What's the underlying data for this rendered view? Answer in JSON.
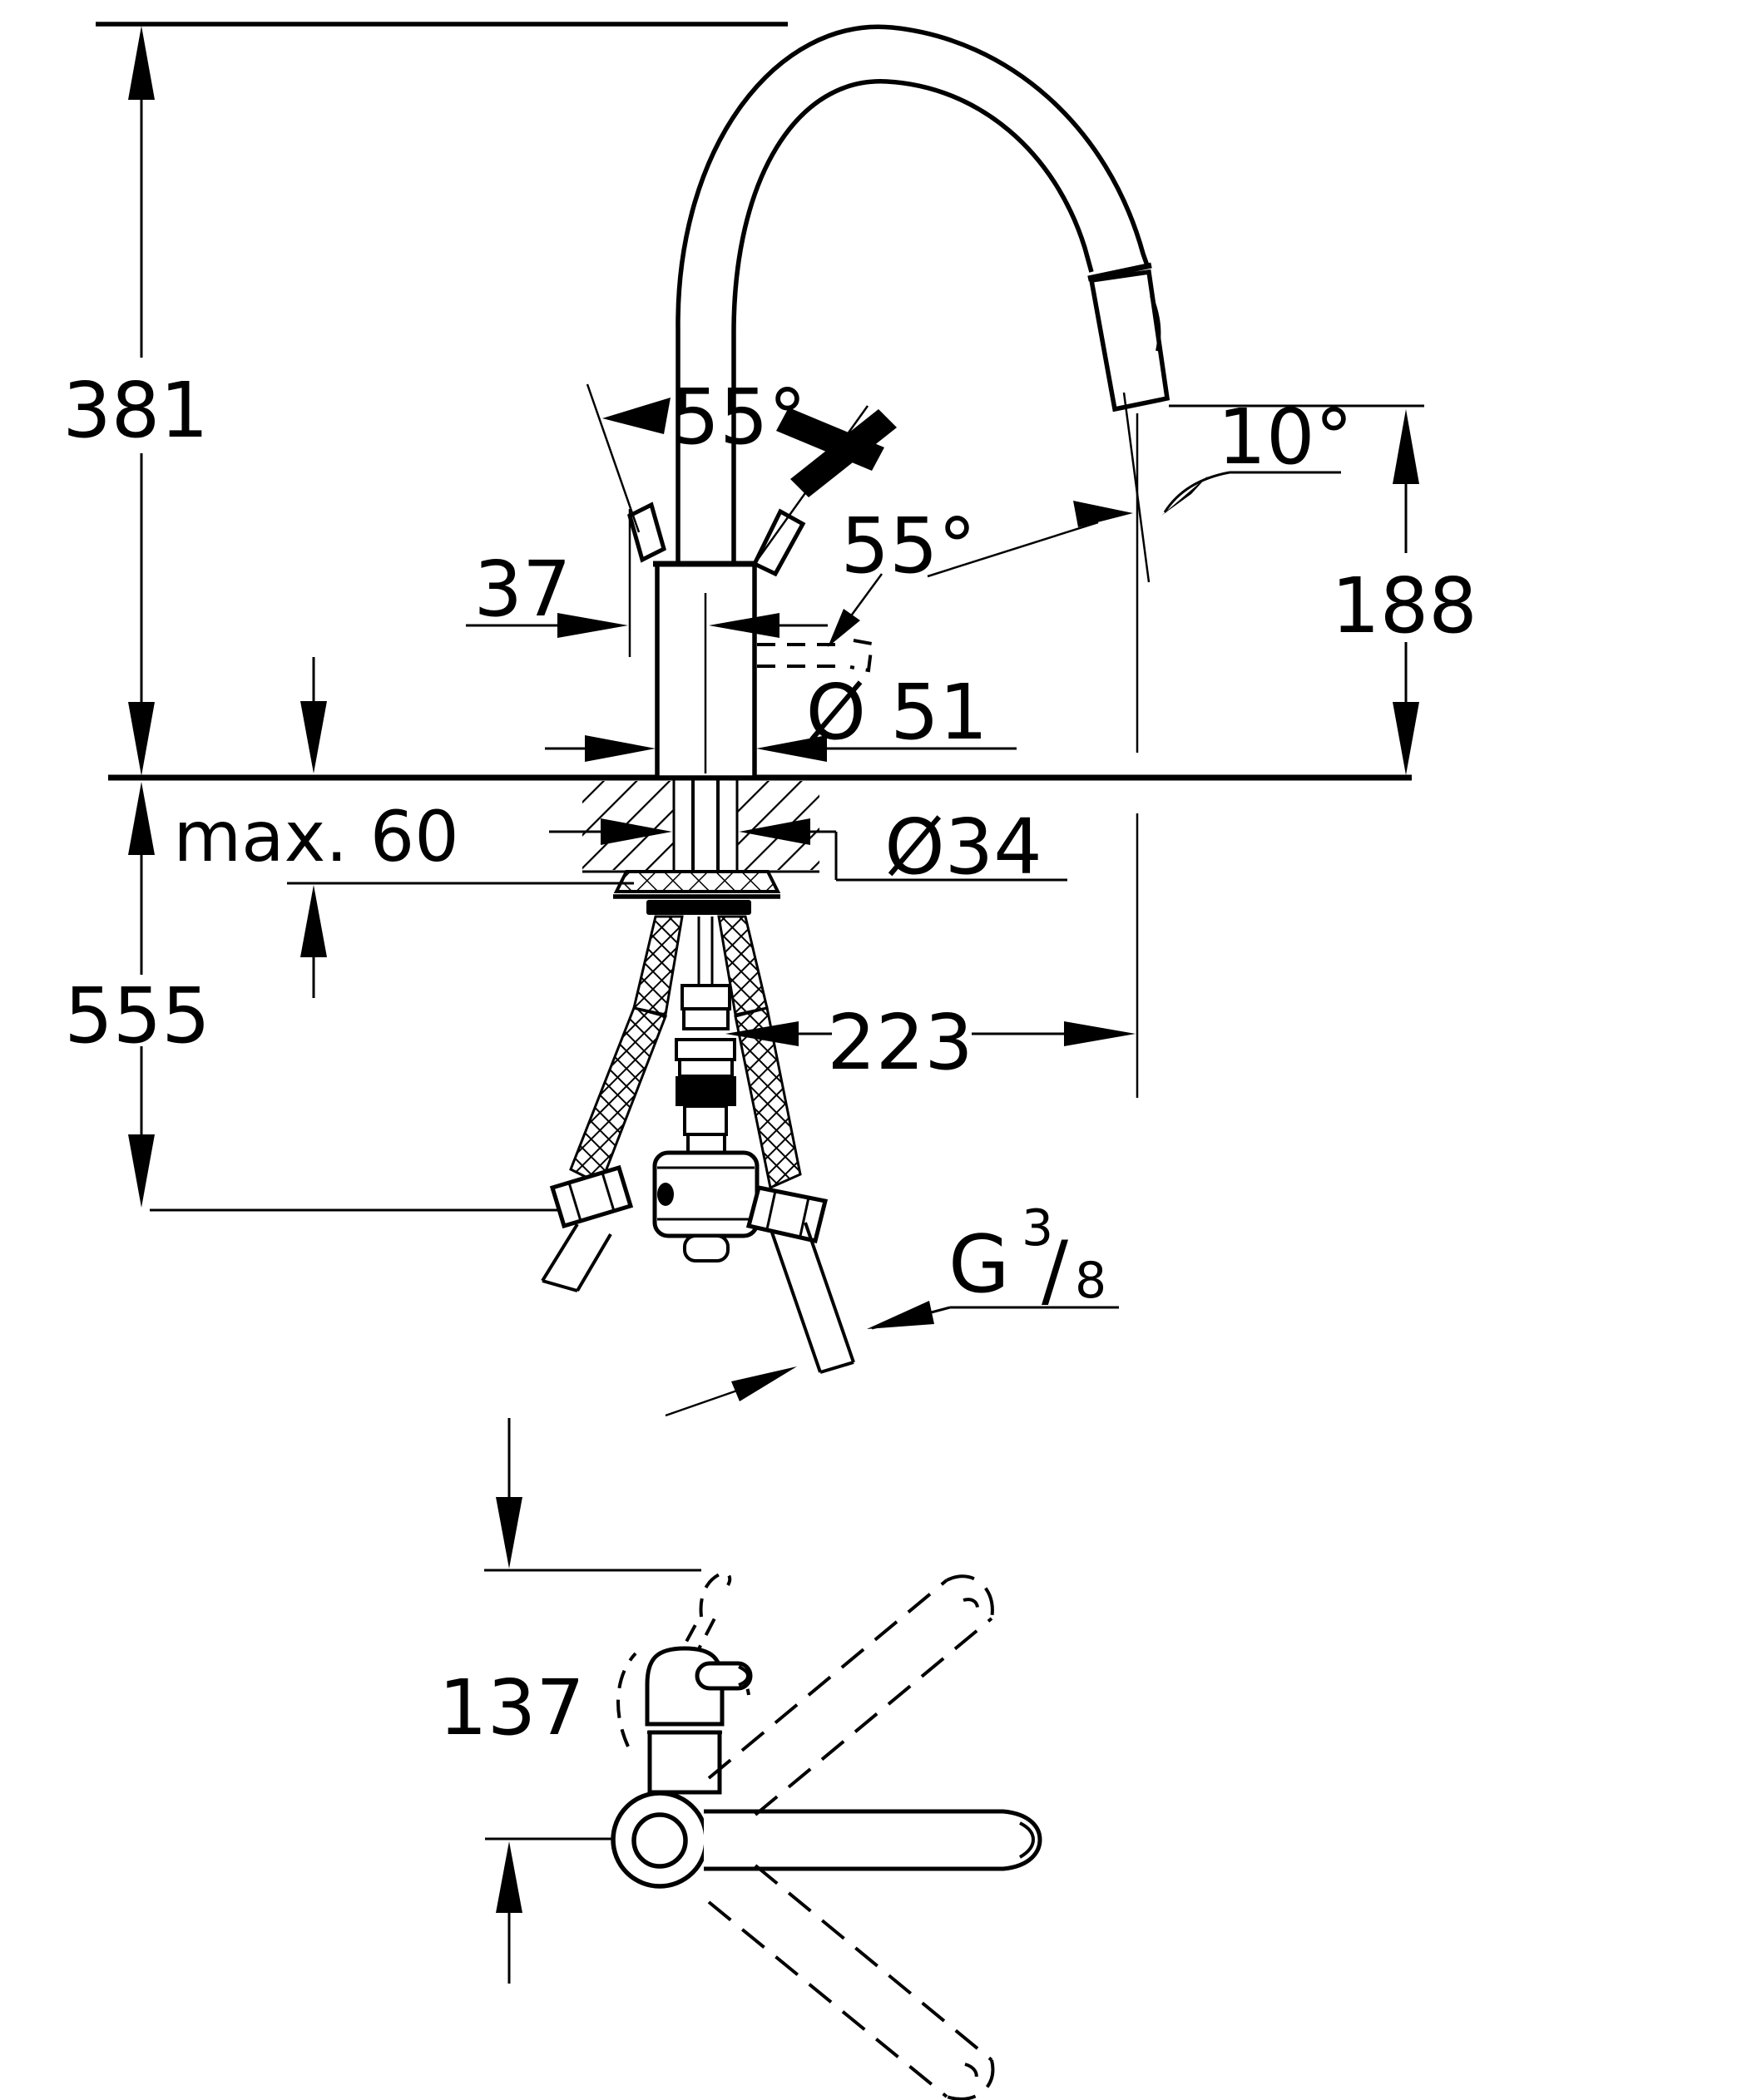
{
  "drawing": {
    "type": "technical-dimension-drawing",
    "subject": "kitchen faucet with pull-out spray, front view and plan view",
    "colors": {
      "line": "#000000",
      "background": "#ffffff"
    },
    "dimensions": {
      "total_height": {
        "label": "381"
      },
      "below_counter_depth": {
        "label": "555"
      },
      "max_counter_thickness": {
        "label": "max. 60"
      },
      "handle_angle_top": {
        "label": "55°"
      },
      "handle_angle_side": {
        "label": "55°"
      },
      "handle_offset": {
        "label": "37"
      },
      "spray_angle": {
        "label": "10°"
      },
      "outlet_height": {
        "label": "188"
      },
      "body_diameter": {
        "label": "Ø 51"
      },
      "hole_diameter": {
        "label": "Ø34"
      },
      "spout_reach": {
        "label": "223"
      },
      "plan_reach": {
        "label": "137"
      },
      "thread": {
        "g": "G",
        "numerator": "3",
        "slash": "/",
        "denominator": "8"
      }
    }
  }
}
